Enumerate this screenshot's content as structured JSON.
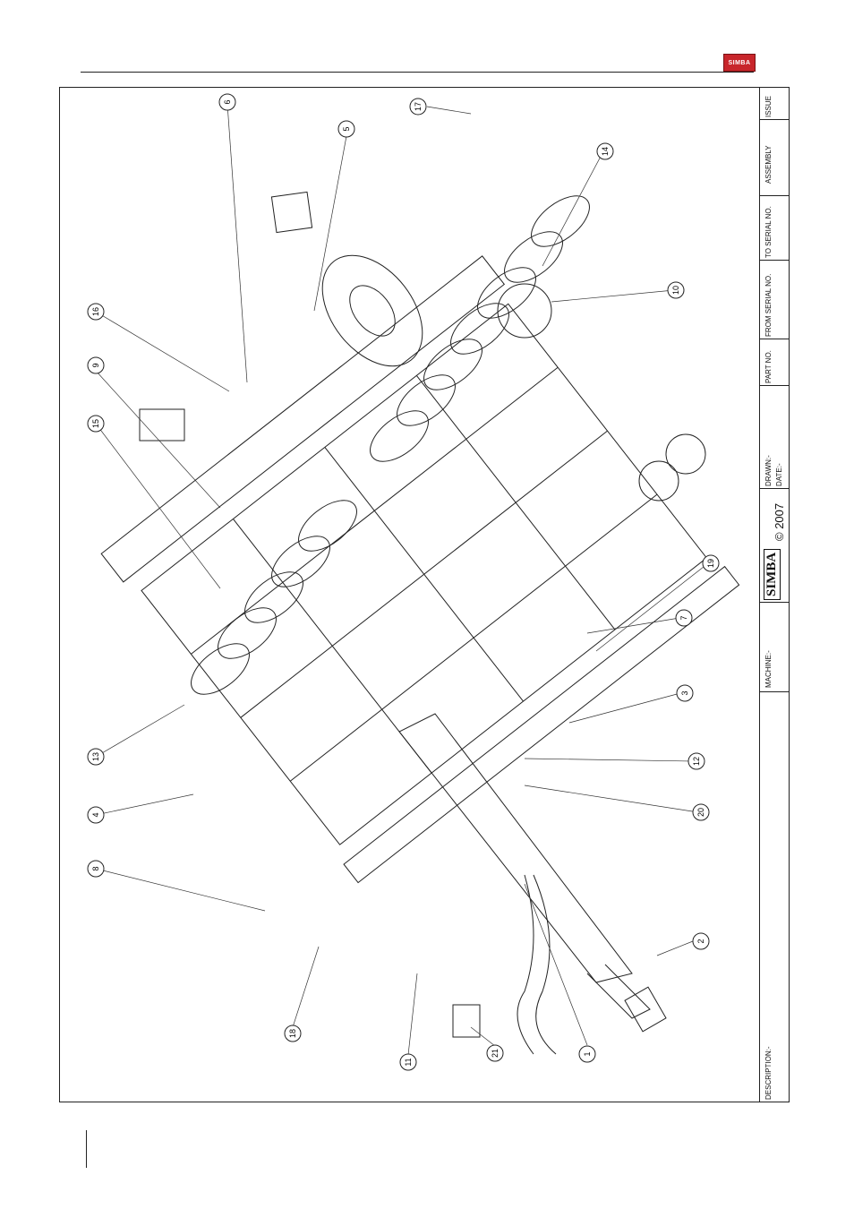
{
  "header": {
    "logo_text": "SIMBA"
  },
  "title_block": {
    "issue": "ISSUE",
    "assembly": "ASSEMBLY",
    "to_serial": "TO SERIAL NO.",
    "from_serial": "FROM SERIAL NO.",
    "part_no": "PART NO.",
    "drawn": "DRAWN:-",
    "date": "DATE:-",
    "brand": "SIMBA",
    "copyright": "© 2007",
    "machine": "MACHINE:-",
    "description": "DESCRIPTION:-"
  },
  "callouts": [
    {
      "label": "1"
    },
    {
      "label": "2"
    },
    {
      "label": "3"
    },
    {
      "label": "4"
    },
    {
      "label": "5"
    },
    {
      "label": "6"
    },
    {
      "label": "7"
    },
    {
      "label": "8"
    },
    {
      "label": "9"
    },
    {
      "label": "10"
    },
    {
      "label": "11"
    },
    {
      "label": "12"
    },
    {
      "label": "13"
    },
    {
      "label": "14"
    },
    {
      "label": "15"
    },
    {
      "label": "16"
    },
    {
      "label": "17"
    },
    {
      "label": "18"
    },
    {
      "label": "19"
    },
    {
      "label": "20"
    },
    {
      "label": "21"
    }
  ],
  "colors": {
    "line": "#222222",
    "logo": "#c8262b"
  }
}
